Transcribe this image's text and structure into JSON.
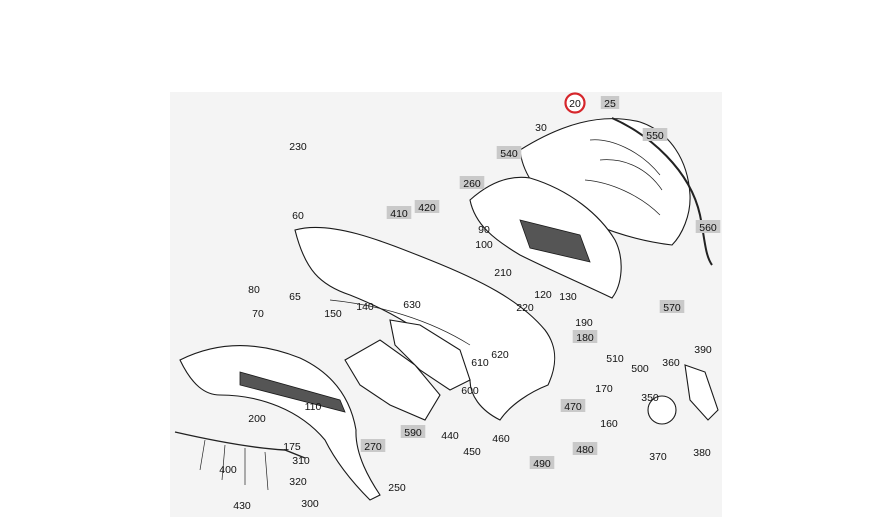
{
  "diagram": {
    "highlight_color": "#c9c9c9",
    "circle_color": "#d6262b",
    "background": "#f4f4f4",
    "callouts": [
      {
        "id": "c20",
        "label": "20",
        "style": "circle"
      },
      {
        "id": "c25",
        "label": "25",
        "style": "boxed"
      },
      {
        "id": "c30",
        "label": "30",
        "style": "plain"
      },
      {
        "id": "c550",
        "label": "550",
        "style": "boxed"
      },
      {
        "id": "c540",
        "label": "540",
        "style": "boxed"
      },
      {
        "id": "c260",
        "label": "260",
        "style": "boxed"
      },
      {
        "id": "c230",
        "label": "230",
        "style": "plain"
      },
      {
        "id": "c410",
        "label": "410",
        "style": "boxed"
      },
      {
        "id": "c420",
        "label": "420",
        "style": "boxed"
      },
      {
        "id": "c90",
        "label": "90",
        "style": "plain"
      },
      {
        "id": "c100",
        "label": "100",
        "style": "plain"
      },
      {
        "id": "c560",
        "label": "560",
        "style": "boxed"
      },
      {
        "id": "c60",
        "label": "60",
        "style": "plain"
      },
      {
        "id": "c210",
        "label": "210",
        "style": "plain"
      },
      {
        "id": "c80",
        "label": "80",
        "style": "plain"
      },
      {
        "id": "c65",
        "label": "65",
        "style": "plain"
      },
      {
        "id": "c70",
        "label": "70",
        "style": "plain"
      },
      {
        "id": "c140",
        "label": "140",
        "style": "plain"
      },
      {
        "id": "c150",
        "label": "150",
        "style": "plain"
      },
      {
        "id": "c630",
        "label": "630",
        "style": "plain"
      },
      {
        "id": "c120",
        "label": "120",
        "style": "plain"
      },
      {
        "id": "c130",
        "label": "130",
        "style": "plain"
      },
      {
        "id": "c220",
        "label": "220",
        "style": "plain"
      },
      {
        "id": "c570",
        "label": "570",
        "style": "boxed"
      },
      {
        "id": "c190",
        "label": "190",
        "style": "plain"
      },
      {
        "id": "c180",
        "label": "180",
        "style": "boxed"
      },
      {
        "id": "c620",
        "label": "620",
        "style": "plain"
      },
      {
        "id": "c610",
        "label": "610",
        "style": "plain"
      },
      {
        "id": "c510",
        "label": "510",
        "style": "plain"
      },
      {
        "id": "c390",
        "label": "390",
        "style": "plain"
      },
      {
        "id": "c360",
        "label": "360",
        "style": "plain"
      },
      {
        "id": "c500",
        "label": "500",
        "style": "plain"
      },
      {
        "id": "c600",
        "label": "600",
        "style": "plain"
      },
      {
        "id": "c110",
        "label": "110",
        "style": "plain"
      },
      {
        "id": "c170",
        "label": "170",
        "style": "plain"
      },
      {
        "id": "c350",
        "label": "350",
        "style": "plain"
      },
      {
        "id": "c470",
        "label": "470",
        "style": "boxed"
      },
      {
        "id": "c200",
        "label": "200",
        "style": "plain"
      },
      {
        "id": "c590",
        "label": "590",
        "style": "boxed"
      },
      {
        "id": "c440",
        "label": "440",
        "style": "plain"
      },
      {
        "id": "c460",
        "label": "460",
        "style": "plain"
      },
      {
        "id": "c160",
        "label": "160",
        "style": "plain"
      },
      {
        "id": "c175",
        "label": "175",
        "style": "plain"
      },
      {
        "id": "c270",
        "label": "270",
        "style": "boxed"
      },
      {
        "id": "c480",
        "label": "480",
        "style": "boxed"
      },
      {
        "id": "c450",
        "label": "450",
        "style": "plain"
      },
      {
        "id": "c370",
        "label": "370",
        "style": "plain"
      },
      {
        "id": "c380",
        "label": "380",
        "style": "plain"
      },
      {
        "id": "c310",
        "label": "310",
        "style": "plain"
      },
      {
        "id": "c490",
        "label": "490",
        "style": "boxed"
      },
      {
        "id": "c400",
        "label": "400",
        "style": "plain"
      },
      {
        "id": "c320",
        "label": "320",
        "style": "plain"
      },
      {
        "id": "c250",
        "label": "250",
        "style": "plain"
      },
      {
        "id": "c300",
        "label": "300",
        "style": "plain"
      },
      {
        "id": "c430",
        "label": "430",
        "style": "plain"
      }
    ]
  }
}
